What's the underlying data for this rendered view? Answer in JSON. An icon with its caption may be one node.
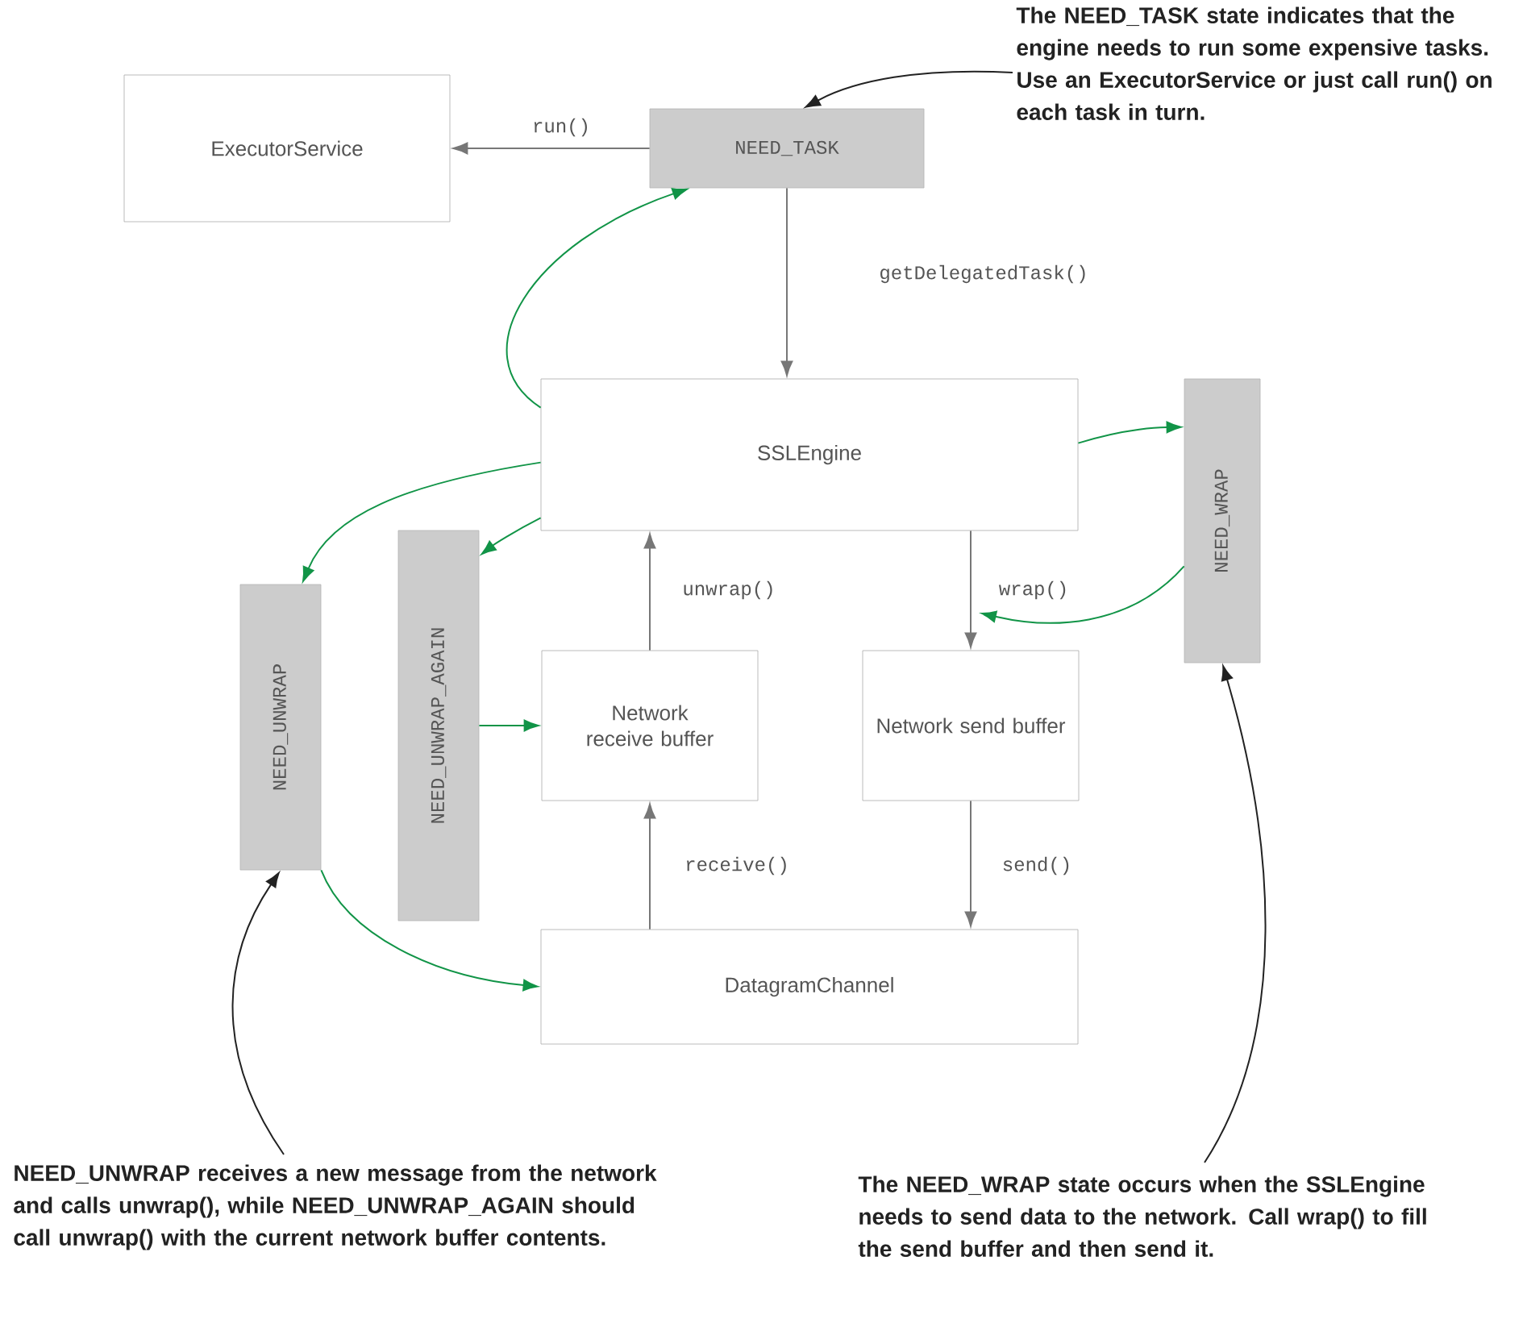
{
  "diagram": {
    "nodes": [
      {
        "text": [
          "ExecutorService"
        ]
      },
      {
        "text": [
          "NEED_TASK"
        ]
      },
      {
        "text": [
          "SSLEngine"
        ]
      },
      {
        "text": [
          "NEED_WRAP"
        ]
      },
      {
        "text": [
          "NEED_UNWRAP"
        ]
      },
      {
        "text": [
          "NEED_UNWRAP_AGAIN"
        ]
      },
      {
        "text": [
          "Network receive buffer"
        ]
      },
      {
        "text": [
          "Network send buffer"
        ]
      },
      {
        "text": [
          "DatagramChannel"
        ]
      },
      {
        "text": [
          "The NEED_TASK state indicates that the engine needs to run some expensive tasks. Use an ExecutorService or just call run() on each task in turn."
        ]
      },
      {
        "text": [
          "NEED_UNWRAP receives a new message from the network and calls unwrap(), while NEED_UNWRAP_AGAIN should call unwrap() with the current network buffer contents."
        ]
      },
      {
        "text": [
          "The NEED_WRAP state occurs when the SSLEngine needs to send data to the network. Call wrap() to fill the send buffer and then send it."
        ]
      }
    ],
    "edges": [
      {
        "from": 1,
        "to": 0,
        "arrow": "to",
        "label": "run()",
        "color": "#777777"
      },
      {
        "from": 1,
        "to": 2,
        "arrow": "to",
        "label": "getDelegatedTask()",
        "color": "#777777"
      },
      {
        "from": 2,
        "to": 1,
        "arrow": "to"
      },
      {
        "from": 2,
        "to": 3,
        "arrow": "to"
      },
      {
        "from": 3,
        "to": null,
        "arrow": "to"
      },
      {
        "from": 2,
        "to": 4,
        "arrow": "to"
      },
      {
        "from": 2,
        "to": 5,
        "arrow": "to"
      },
      {
        "from": 5,
        "to": 6,
        "arrow": "to"
      },
      {
        "from": 4,
        "to": 8,
        "arrow": "to"
      },
      {
        "from": 6,
        "to": 2,
        "arrow": "to",
        "label": "unwrap()",
        "color": "#777777"
      },
      {
        "from": 2,
        "to": 7,
        "arrow": "to",
        "label": "wrap()",
        "color": "#777777"
      },
      {
        "from": 8,
        "to": 6,
        "arrow": "to",
        "label": "receive()",
        "color": "#777777"
      },
      {
        "from": 7,
        "to": 8,
        "arrow": "to",
        "label": "send()",
        "color": "#777777"
      },
      {
        "from": 9,
        "to": 1,
        "arrow": "to",
        "color": "#222222"
      },
      {
        "from": 10,
        "to": 4,
        "arrow": "to",
        "color": "#222222"
      },
      {
        "from": 11,
        "to": 3,
        "arrow": "to",
        "color": "#222222"
      }
    ]
  }
}
